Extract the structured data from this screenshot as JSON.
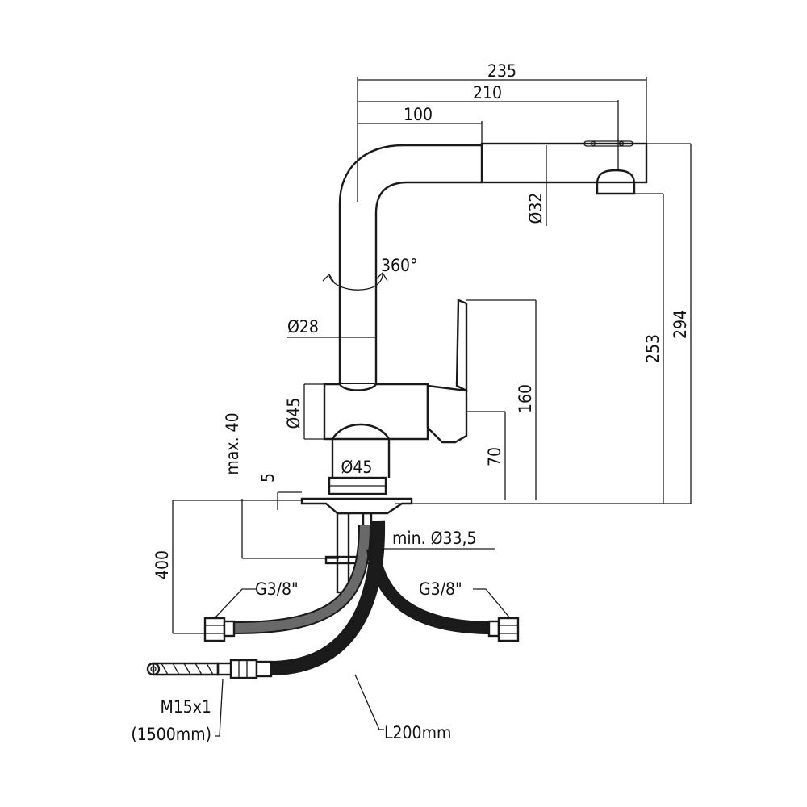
{
  "drawing": {
    "labels": {
      "d235": "235",
      "d210": "210",
      "d100": "100",
      "d32": "Ø32",
      "d360": "360°",
      "d28": "Ø28",
      "d45a": "Ø45",
      "d45b": "Ø45",
      "d160": "160",
      "d70": "70",
      "d253": "253",
      "d294": "294",
      "max40": "max. 40",
      "d5": "5",
      "min335": "min. Ø33,5",
      "d400": "400",
      "g38l": "G3/8\"",
      "g38r": "G3/8\"",
      "m15": "M15x1",
      "l1500": "(1500mm)",
      "l200": "L200mm"
    }
  }
}
